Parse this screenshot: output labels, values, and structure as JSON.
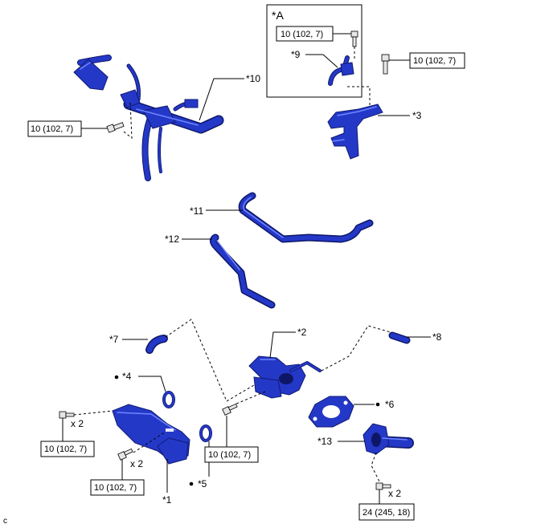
{
  "inset": {
    "label": "*A"
  },
  "callouts": {
    "c1": "*1",
    "c2": "*2",
    "c3": "*3",
    "c4": "*4",
    "c5": "*5",
    "c6": "*6",
    "c7": "*7",
    "c8": "*8",
    "c9": "*9",
    "c10": "*10",
    "c11": "*11",
    "c12": "*12",
    "c13": "*13"
  },
  "torque": {
    "t_inset": "10 (102, 7)",
    "t_3": "10 (102, 7)",
    "t_10": "10 (102, 7)",
    "t_1a": "10 (102, 7)",
    "t_1b": "10 (102, 7)",
    "t_2": "10 (102, 7)",
    "t_13": "24 (245, 18)"
  },
  "quantity": {
    "q_1a": "x 2",
    "q_1b": "x 2",
    "q_13": "x 2"
  },
  "corner_code": "c",
  "colors": {
    "part_blue": "#2438c8",
    "part_outline": "#101a70",
    "highlight": "#6f85ff"
  }
}
